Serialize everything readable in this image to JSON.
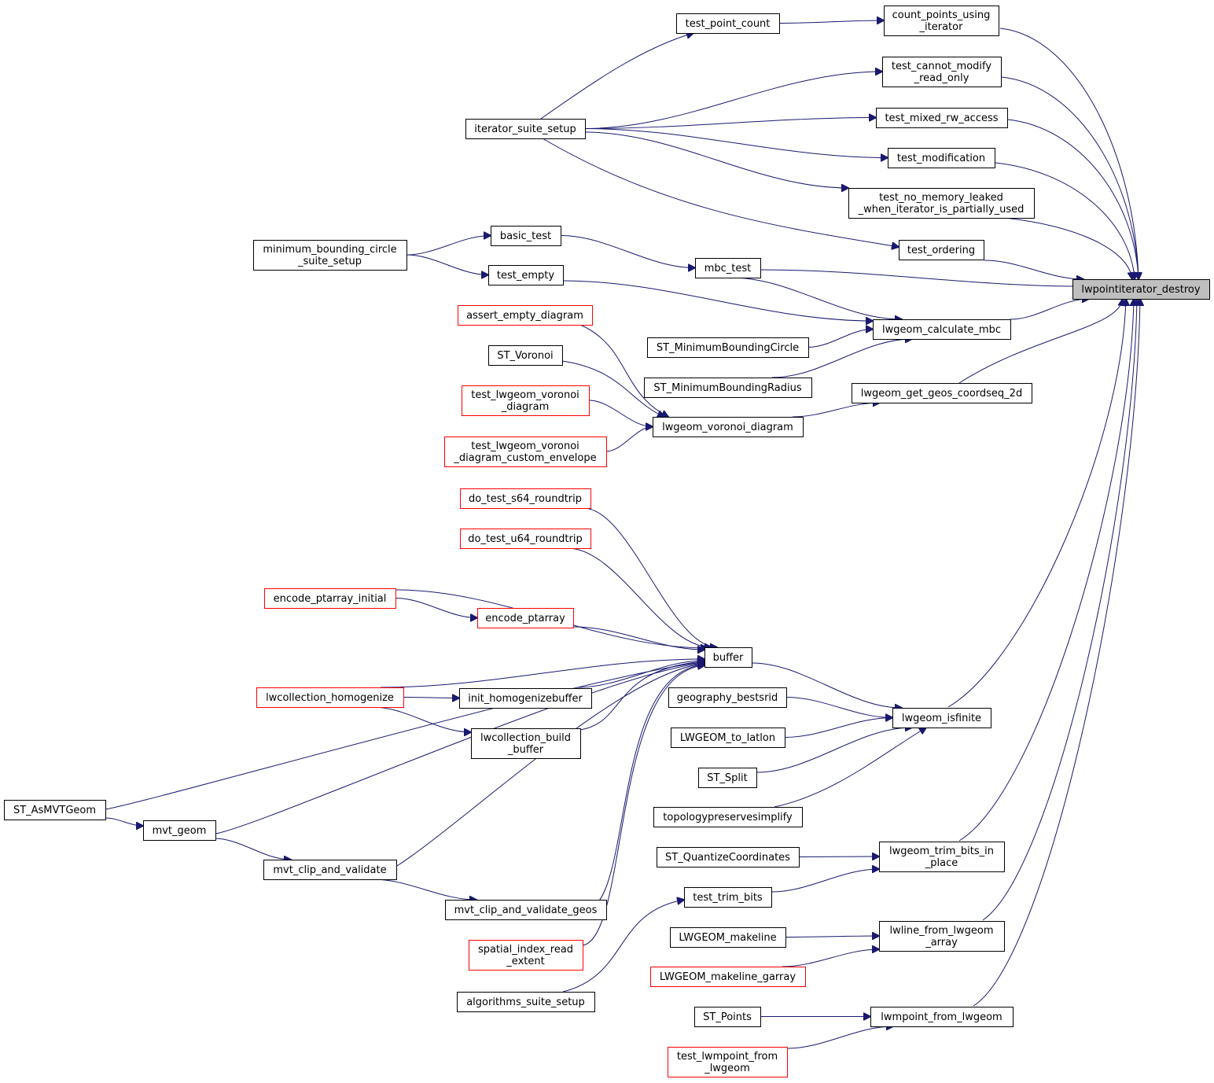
{
  "graph": {
    "target": "lwpointiterator_destroy",
    "colors": {
      "edge": "#191970",
      "normal_border": "#000000",
      "truncated_border": "#ff0000",
      "target_fill": "#bfbfbf"
    },
    "nodes": {
      "lwpointiterator_destroy": {
        "lines": [
          "lwpointiterator_destroy"
        ]
      },
      "count_points_using_iterator": {
        "lines": [
          "count_points_using",
          "_iterator"
        ]
      },
      "test_point_count": {
        "lines": [
          "test_point_count"
        ]
      },
      "test_cannot_modify_read_only": {
        "lines": [
          "test_cannot_modify",
          "_read_only"
        ]
      },
      "test_mixed_rw_access": {
        "lines": [
          "test_mixed_rw_access"
        ]
      },
      "test_modification": {
        "lines": [
          "test_modification"
        ]
      },
      "test_no_memory_leaked": {
        "lines": [
          "test_no_memory_leaked",
          "_when_iterator_is_partially_used"
        ]
      },
      "test_ordering": {
        "lines": [
          "test_ordering"
        ]
      },
      "iterator_suite_setup": {
        "lines": [
          "iterator_suite_setup"
        ]
      },
      "basic_test": {
        "lines": [
          "basic_test"
        ]
      },
      "minimum_bounding_circle_suite_setup": {
        "lines": [
          "minimum_bounding_circle",
          "_suite_setup"
        ]
      },
      "test_empty": {
        "lines": [
          "test_empty"
        ]
      },
      "mbc_test": {
        "lines": [
          "mbc_test"
        ]
      },
      "lwgeom_calculate_mbc": {
        "lines": [
          "lwgeom_calculate_mbc"
        ]
      },
      "ST_MinimumBoundingCircle": {
        "lines": [
          "ST_MinimumBoundingCircle"
        ]
      },
      "ST_MinimumBoundingRadius": {
        "lines": [
          "ST_MinimumBoundingRadius"
        ]
      },
      "lwgeom_get_geos_coordseq_2d": {
        "lines": [
          "lwgeom_get_geos_coordseq_2d"
        ]
      },
      "lwgeom_voronoi_diagram": {
        "lines": [
          "lwgeom_voronoi_diagram"
        ]
      },
      "assert_empty_diagram": {
        "lines": [
          "assert_empty_diagram"
        ],
        "truncated": true
      },
      "ST_Voronoi": {
        "lines": [
          "ST_Voronoi"
        ]
      },
      "test_lwgeom_voronoi_diagram": {
        "lines": [
          "test_lwgeom_voronoi",
          "_diagram"
        ],
        "truncated": true
      },
      "test_lwgeom_voronoi_diagram_custom_envelope": {
        "lines": [
          "test_lwgeom_voronoi",
          "_diagram_custom_envelope"
        ],
        "truncated": true
      },
      "do_test_s64_roundtrip": {
        "lines": [
          "do_test_s64_roundtrip"
        ],
        "truncated": true
      },
      "do_test_u64_roundtrip": {
        "lines": [
          "do_test_u64_roundtrip"
        ],
        "truncated": true
      },
      "encode_ptarray_initial": {
        "lines": [
          "encode_ptarray_initial"
        ],
        "truncated": true
      },
      "encode_ptarray": {
        "lines": [
          "encode_ptarray"
        ],
        "truncated": true
      },
      "buffer": {
        "lines": [
          "buffer"
        ]
      },
      "lwcollection_homogenize": {
        "lines": [
          "lwcollection_homogenize"
        ],
        "truncated": true
      },
      "init_homogenizebuffer": {
        "lines": [
          "init_homogenizebuffer"
        ]
      },
      "lwcollection_build_buffer": {
        "lines": [
          "lwcollection_build",
          "_buffer"
        ]
      },
      "ST_AsMVTGeom": {
        "lines": [
          "ST_AsMVTGeom"
        ]
      },
      "mvt_geom": {
        "lines": [
          "mvt_geom"
        ]
      },
      "mvt_clip_and_validate": {
        "lines": [
          "mvt_clip_and_validate"
        ]
      },
      "mvt_clip_and_validate_geos": {
        "lines": [
          "mvt_clip_and_validate_geos"
        ]
      },
      "spatial_index_read_extent": {
        "lines": [
          "spatial_index_read",
          "_extent"
        ],
        "truncated": true
      },
      "algorithms_suite_setup": {
        "lines": [
          "algorithms_suite_setup"
        ]
      },
      "geography_bestsrid": {
        "lines": [
          "geography_bestsrid"
        ]
      },
      "LWGEOM_to_latlon": {
        "lines": [
          "LWGEOM_to_latlon"
        ]
      },
      "ST_Split": {
        "lines": [
          "ST_Split"
        ]
      },
      "topologypreservesimplify": {
        "lines": [
          "topologypreservesimplify"
        ]
      },
      "lwgeom_isfinite": {
        "lines": [
          "lwgeom_isfinite"
        ]
      },
      "ST_QuantizeCoordinates": {
        "lines": [
          "ST_QuantizeCoordinates"
        ]
      },
      "test_trim_bits": {
        "lines": [
          "test_trim_bits"
        ]
      },
      "lwgeom_trim_bits_in_place": {
        "lines": [
          "lwgeom_trim_bits_in",
          "_place"
        ]
      },
      "LWGEOM_makeline": {
        "lines": [
          "LWGEOM_makeline"
        ]
      },
      "LWGEOM_makeline_garray": {
        "lines": [
          "LWGEOM_makeline_garray"
        ],
        "truncated": true
      },
      "lwline_from_lwgeom_array": {
        "lines": [
          "lwline_from_lwgeom",
          "_array"
        ]
      },
      "ST_Points": {
        "lines": [
          "ST_Points"
        ]
      },
      "test_lwmpoint_from_lwgeom": {
        "lines": [
          "test_lwmpoint_from",
          "_lwgeom"
        ],
        "truncated": true
      },
      "lwmpoint_from_lwgeom": {
        "lines": [
          "lwmpoint_from_lwgeom"
        ]
      }
    },
    "edges": [
      [
        "count_points_using_iterator",
        "lwpointiterator_destroy"
      ],
      [
        "test_cannot_modify_read_only",
        "lwpointiterator_destroy"
      ],
      [
        "test_mixed_rw_access",
        "lwpointiterator_destroy"
      ],
      [
        "test_modification",
        "lwpointiterator_destroy"
      ],
      [
        "test_no_memory_leaked",
        "lwpointiterator_destroy"
      ],
      [
        "test_ordering",
        "lwpointiterator_destroy"
      ],
      [
        "mbc_test",
        "lwpointiterator_destroy"
      ],
      [
        "lwgeom_calculate_mbc",
        "lwpointiterator_destroy"
      ],
      [
        "lwgeom_get_geos_coordseq_2d",
        "lwpointiterator_destroy"
      ],
      [
        "lwgeom_isfinite",
        "lwpointiterator_destroy"
      ],
      [
        "lwgeom_trim_bits_in_place",
        "lwpointiterator_destroy"
      ],
      [
        "lwline_from_lwgeom_array",
        "lwpointiterator_destroy"
      ],
      [
        "lwmpoint_from_lwgeom",
        "lwpointiterator_destroy"
      ],
      [
        "test_point_count",
        "count_points_using_iterator"
      ],
      [
        "iterator_suite_setup",
        "test_point_count"
      ],
      [
        "iterator_suite_setup",
        "test_cannot_modify_read_only"
      ],
      [
        "iterator_suite_setup",
        "test_mixed_rw_access"
      ],
      [
        "iterator_suite_setup",
        "test_modification"
      ],
      [
        "iterator_suite_setup",
        "test_no_memory_leaked"
      ],
      [
        "iterator_suite_setup",
        "test_ordering"
      ],
      [
        "minimum_bounding_circle_suite_setup",
        "basic_test"
      ],
      [
        "minimum_bounding_circle_suite_setup",
        "test_empty"
      ],
      [
        "basic_test",
        "mbc_test"
      ],
      [
        "mbc_test",
        "lwgeom_calculate_mbc"
      ],
      [
        "test_empty",
        "lwgeom_calculate_mbc"
      ],
      [
        "ST_MinimumBoundingCircle",
        "lwgeom_calculate_mbc"
      ],
      [
        "ST_MinimumBoundingRadius",
        "lwgeom_calculate_mbc"
      ],
      [
        "lwgeom_voronoi_diagram",
        "lwgeom_get_geos_coordseq_2d"
      ],
      [
        "assert_empty_diagram",
        "lwgeom_voronoi_diagram"
      ],
      [
        "ST_Voronoi",
        "lwgeom_voronoi_diagram"
      ],
      [
        "test_lwgeom_voronoi_diagram",
        "lwgeom_voronoi_diagram"
      ],
      [
        "test_lwgeom_voronoi_diagram_custom_envelope",
        "lwgeom_voronoi_diagram"
      ],
      [
        "do_test_s64_roundtrip",
        "buffer"
      ],
      [
        "do_test_u64_roundtrip",
        "buffer"
      ],
      [
        "encode_ptarray_initial",
        "buffer"
      ],
      [
        "encode_ptarray_initial",
        "encode_ptarray"
      ],
      [
        "encode_ptarray",
        "buffer"
      ],
      [
        "lwcollection_homogenize",
        "buffer"
      ],
      [
        "lwcollection_homogenize",
        "init_homogenizebuffer"
      ],
      [
        "lwcollection_homogenize",
        "lwcollection_build_buffer"
      ],
      [
        "init_homogenizebuffer",
        "buffer"
      ],
      [
        "lwcollection_build_buffer",
        "buffer"
      ],
      [
        "ST_AsMVTGeom",
        "buffer"
      ],
      [
        "ST_AsMVTGeom",
        "mvt_geom"
      ],
      [
        "mvt_geom",
        "buffer"
      ],
      [
        "mvt_geom",
        "mvt_clip_and_validate"
      ],
      [
        "mvt_clip_and_validate",
        "buffer"
      ],
      [
        "mvt_clip_and_validate",
        "mvt_clip_and_validate_geos"
      ],
      [
        "mvt_clip_and_validate_geos",
        "buffer"
      ],
      [
        "spatial_index_read_extent",
        "buffer"
      ],
      [
        "buffer",
        "lwgeom_isfinite"
      ],
      [
        "geography_bestsrid",
        "lwgeom_isfinite"
      ],
      [
        "LWGEOM_to_latlon",
        "lwgeom_isfinite"
      ],
      [
        "ST_Split",
        "lwgeom_isfinite"
      ],
      [
        "topologypreservesimplify",
        "lwgeom_isfinite"
      ],
      [
        "ST_QuantizeCoordinates",
        "lwgeom_trim_bits_in_place"
      ],
      [
        "test_trim_bits",
        "lwgeom_trim_bits_in_place"
      ],
      [
        "algorithms_suite_setup",
        "test_trim_bits"
      ],
      [
        "LWGEOM_makeline",
        "lwline_from_lwgeom_array"
      ],
      [
        "LWGEOM_makeline_garray",
        "lwline_from_lwgeom_array"
      ],
      [
        "ST_Points",
        "lwmpoint_from_lwgeom"
      ],
      [
        "test_lwmpoint_from_lwgeom",
        "lwmpoint_from_lwgeom"
      ]
    ]
  }
}
